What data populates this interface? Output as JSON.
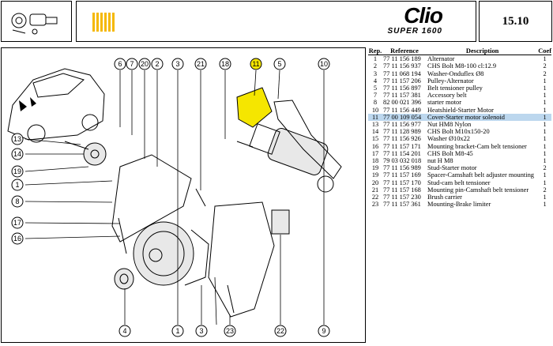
{
  "header": {
    "logo_text": "Clio",
    "logo_sub": "SUPER 1600",
    "page_number": "15.10"
  },
  "colors": {
    "highlight": "#f5e600",
    "selected_row": "#bcd7ee"
  },
  "diagram": {
    "callouts": [
      "6",
      "7",
      "20",
      "2",
      "3",
      "21",
      "18",
      "11",
      "5",
      "10",
      "13",
      "14",
      "19",
      "1",
      "8",
      "17",
      "16",
      "4",
      "1",
      "3",
      "23",
      "22",
      "9"
    ]
  },
  "table": {
    "headers": {
      "rep": "Rep.",
      "reference": "Reference",
      "description": "Description",
      "qty": "Coef"
    },
    "rows": [
      {
        "rep": "1",
        "reference": "77 11 156 189",
        "description": "Alternator",
        "qty": "1"
      },
      {
        "rep": "2",
        "reference": "77 11 156 937",
        "description": "CHS Bolt M8-100 cl:12.9",
        "qty": "2"
      },
      {
        "rep": "3",
        "reference": "77 11 068 194",
        "description": "Washer-Onduflex Ø8",
        "qty": "2"
      },
      {
        "rep": "4",
        "reference": "77 11 157 206",
        "description": "Pulley-Alternator",
        "qty": "1"
      },
      {
        "rep": "5",
        "reference": "77 11 156 897",
        "description": "Belt tensioner pulley",
        "qty": "1"
      },
      {
        "rep": "7",
        "reference": "77 11 157 381",
        "description": "Accessory belt",
        "qty": "1"
      },
      {
        "rep": "8",
        "reference": "82 00 021 396",
        "description": "starter motor",
        "qty": "1"
      },
      {
        "rep": "10",
        "reference": "77 11 156 449",
        "description": "Heatshield-Starter Motor",
        "qty": "1"
      },
      {
        "rep": "11",
        "reference": "77 00 109 054",
        "description": "Cover-Starter motor solenoid",
        "qty": "1",
        "selected": true
      },
      {
        "rep": "13",
        "reference": "77 11 156 977",
        "description": "Nut HM8 Nylon",
        "qty": "1"
      },
      {
        "rep": "14",
        "reference": "77 11 128 989",
        "description": "CHS Bolt M10x150-20",
        "qty": "1"
      },
      {
        "rep": "15",
        "reference": "77 11 156 926",
        "description": "Washer Ø10x22",
        "qty": "1"
      },
      {
        "rep": "16",
        "reference": "77 11 157 171",
        "description": "Mounting bracket-Cam belt tensioner",
        "qty": "1"
      },
      {
        "rep": "17",
        "reference": "77 11 154 201",
        "description": "CHS Bolt M8-45",
        "qty": "1"
      },
      {
        "rep": "18",
        "reference": "79 03 032 018",
        "description": "nut H M8",
        "qty": "1"
      },
      {
        "rep": "19",
        "reference": "77 11 156 989",
        "description": "Stud-Starter motor",
        "qty": "2"
      },
      {
        "rep": "19",
        "reference": "77 11 157 169",
        "description": "Spacer-Camshaft belt adjuster mounting",
        "qty": "1"
      },
      {
        "rep": "20",
        "reference": "77 11 157 170",
        "description": "Stud-cam belt tensioner",
        "qty": "1"
      },
      {
        "rep": "21",
        "reference": "77 11 157 168",
        "description": "Mounting pin-Camshaft belt tensioner",
        "qty": "2"
      },
      {
        "rep": "22",
        "reference": "77 11 157 230",
        "description": "Brush carrier",
        "qty": "1"
      },
      {
        "rep": "23",
        "reference": "77 11 157 361",
        "description": "Mounting-Brake limiter",
        "qty": "1"
      }
    ]
  }
}
